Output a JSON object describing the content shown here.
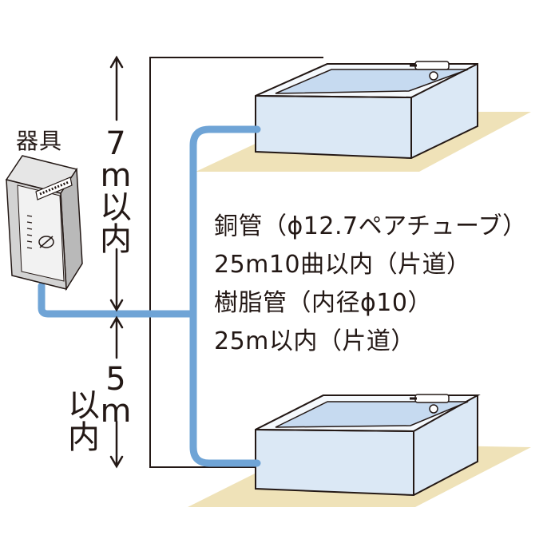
{
  "device": {
    "label": "器具"
  },
  "distances": {
    "upper": {
      "value": "7",
      "unit": "m",
      "qualifier_1": "以",
      "qualifier_2": "内"
    },
    "lower": {
      "value": "5",
      "unit": "m",
      "qualifier_1": "以",
      "qualifier_2": "内"
    }
  },
  "pipe_specs": [
    "銅管（ϕ12.7ペアチューブ）",
    "25m10曲以内（片道）",
    "樹脂管（内径ϕ10）",
    "25m以内（片道）"
  ],
  "colors": {
    "pipe": "#6fa4d6",
    "floor": "#efe2b8",
    "tub_side": "#dbe8f5",
    "tub_inner": "#eef4fb",
    "line": "#231815"
  }
}
